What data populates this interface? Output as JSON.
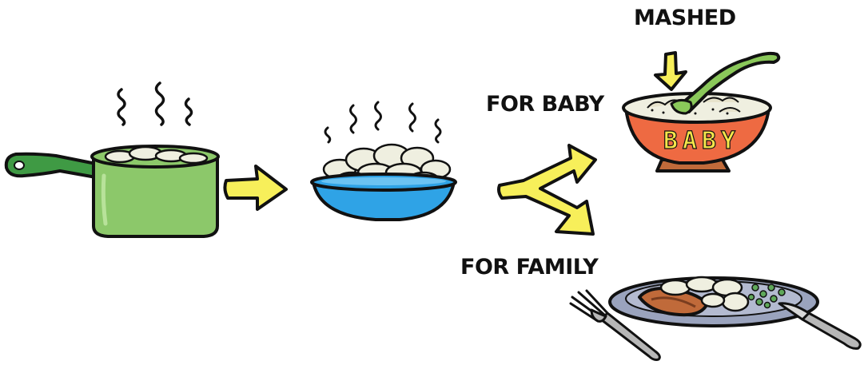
{
  "labels": {
    "mashed": "MASHED",
    "for_baby": "FOR BABY",
    "for_family": "FOR FAMILY",
    "bowl_text": "BABY"
  },
  "colors": {
    "outline": "#111111",
    "pot_green": "#8cc86a",
    "pot_handle": "#3f9a44",
    "basin_blue": "#2fa3e6",
    "arrow_yellow": "#f7ef5a",
    "bowl_red": "#ee6a42",
    "bowl_text": "#f5e64a",
    "plate_grey": "#9aa3bd",
    "food_cream": "#efefe0",
    "meat_brown": "#c06a3a",
    "peas_green": "#5fa85a",
    "utensil_grey": "#b7b7b7",
    "spoon_green": "#8ac85a"
  },
  "icons": [
    "steam-icon",
    "pot-icon",
    "arrow-right-icon",
    "serving-dish-icon",
    "split-arrow-icon",
    "baby-bowl-icon",
    "spoon-icon",
    "dinner-plate-icon",
    "fork-icon",
    "knife-icon"
  ]
}
